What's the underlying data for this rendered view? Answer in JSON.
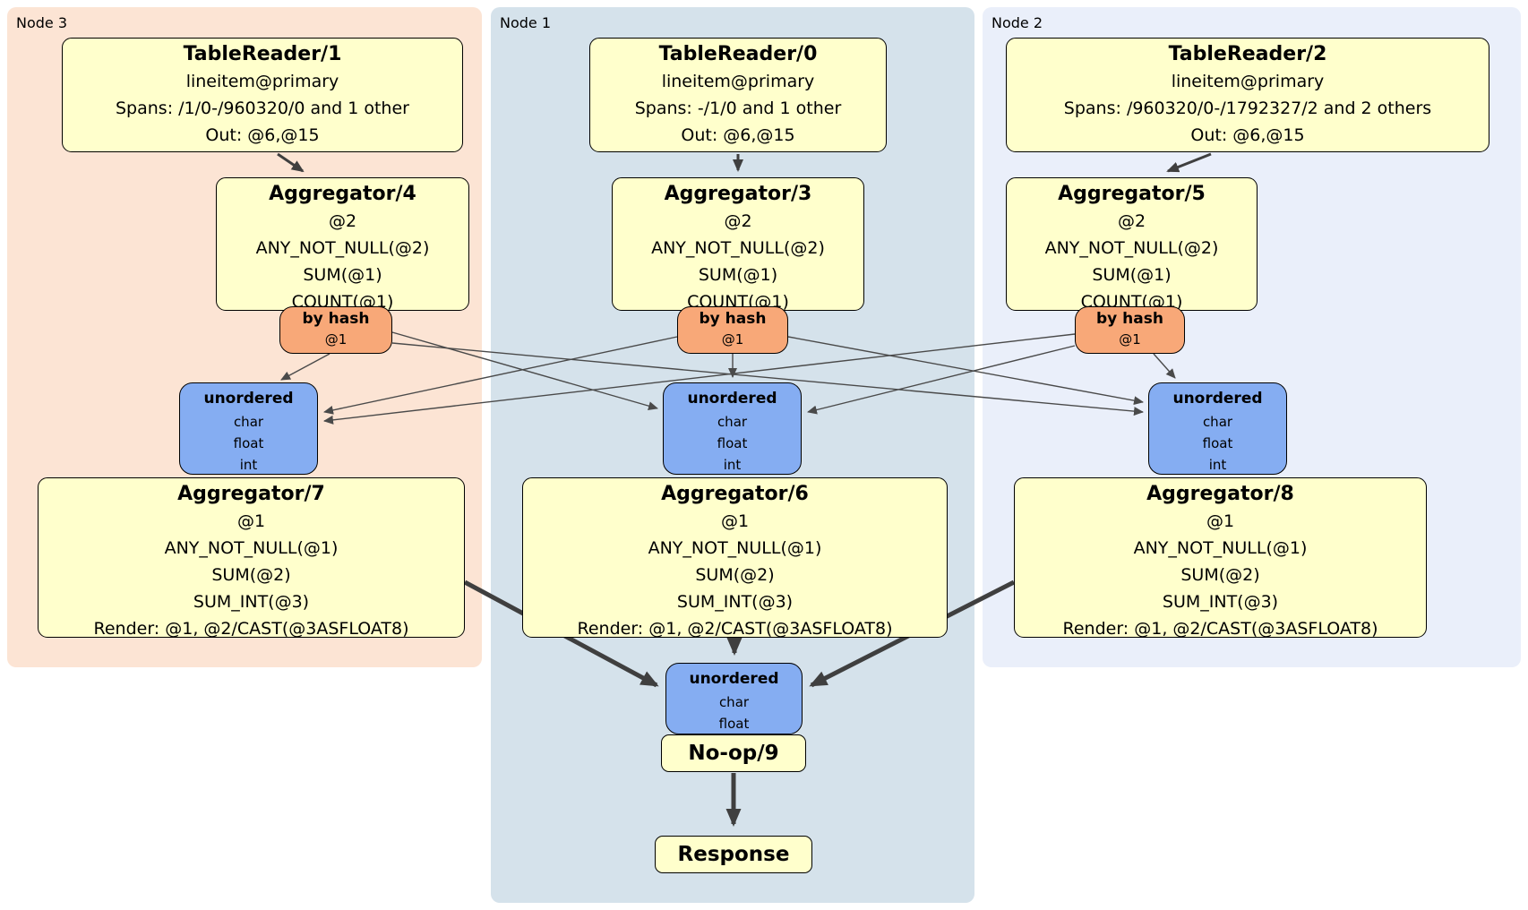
{
  "colors": {
    "panel_node3": "#fce4d4",
    "panel_node1": "#d5e2eb",
    "panel_node2": "#eaeffa",
    "processor_fill": "#ffffcc",
    "router_fill": "#f8a878",
    "sync_fill": "#85adf2",
    "edge": "#3f3f3f",
    "border": "#000000"
  },
  "panels": {
    "node3": {
      "label": "Node 3"
    },
    "node1": {
      "label": "Node 1"
    },
    "node2": {
      "label": "Node 2"
    }
  },
  "processors": {
    "tablereader1": {
      "title": "TableReader/1",
      "lines": [
        "lineitem@primary",
        "Spans: /1/0-/960320/0 and 1 other",
        "Out: @6,@15"
      ]
    },
    "tablereader0": {
      "title": "TableReader/0",
      "lines": [
        "lineitem@primary",
        "Spans: -/1/0 and 1 other",
        "Out: @6,@15"
      ]
    },
    "tablereader2": {
      "title": "TableReader/2",
      "lines": [
        "lineitem@primary",
        "Spans: /960320/0-/1792327/2 and 2 others",
        "Out: @6,@15"
      ]
    },
    "aggregator4": {
      "title": "Aggregator/4",
      "lines": [
        "@2",
        "ANY_NOT_NULL(@2)",
        "SUM(@1)",
        "COUNT(@1)"
      ]
    },
    "aggregator3": {
      "title": "Aggregator/3",
      "lines": [
        "@2",
        "ANY_NOT_NULL(@2)",
        "SUM(@1)",
        "COUNT(@1)"
      ]
    },
    "aggregator5": {
      "title": "Aggregator/5",
      "lines": [
        "@2",
        "ANY_NOT_NULL(@2)",
        "SUM(@1)",
        "COUNT(@1)"
      ]
    },
    "aggregator7": {
      "title": "Aggregator/7",
      "lines": [
        "@1",
        "ANY_NOT_NULL(@1)",
        "SUM(@2)",
        "SUM_INT(@3)",
        "Render: @1, @2/CAST(@3ASFLOAT8)"
      ]
    },
    "aggregator6": {
      "title": "Aggregator/6",
      "lines": [
        "@1",
        "ANY_NOT_NULL(@1)",
        "SUM(@2)",
        "SUM_INT(@3)",
        "Render: @1, @2/CAST(@3ASFLOAT8)"
      ]
    },
    "aggregator8": {
      "title": "Aggregator/8",
      "lines": [
        "@1",
        "ANY_NOT_NULL(@1)",
        "SUM(@2)",
        "SUM_INT(@3)",
        "Render: @1, @2/CAST(@3ASFLOAT8)"
      ]
    },
    "noop9": {
      "title": "No-op/9"
    },
    "response": {
      "title": "Response"
    }
  },
  "routers": {
    "hash_node3": {
      "title": "by hash",
      "lines": [
        "@1"
      ]
    },
    "hash_node1": {
      "title": "by hash",
      "lines": [
        "@1"
      ]
    },
    "hash_node2": {
      "title": "by hash",
      "lines": [
        "@1"
      ]
    }
  },
  "syncs": {
    "unordered_node3": {
      "title": "unordered",
      "lines": [
        "char",
        "float",
        "int"
      ]
    },
    "unordered_node1": {
      "title": "unordered",
      "lines": [
        "char",
        "float",
        "int"
      ]
    },
    "unordered_node2": {
      "title": "unordered",
      "lines": [
        "char",
        "float",
        "int"
      ]
    },
    "unordered_final": {
      "title": "unordered",
      "lines": [
        "char",
        "float"
      ]
    }
  }
}
